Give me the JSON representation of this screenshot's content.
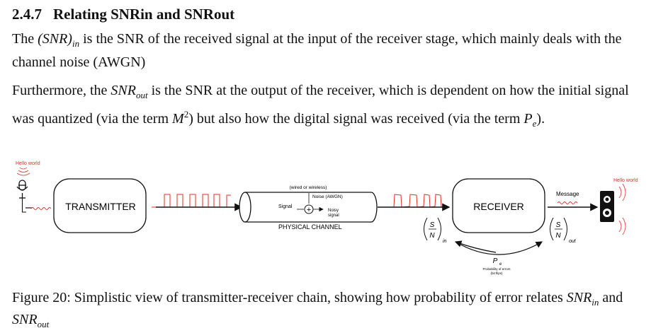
{
  "section": {
    "number": "2.4.7",
    "title": "Relating SNRin and SNRout"
  },
  "para1": {
    "t1": "The ",
    "snr_in": "(SNR)",
    "snr_in_sub": "in",
    "t2": " is the SNR of the received signal at the input of the receiver stage, which mainly deals with the channel noise (AWGN)"
  },
  "para2": {
    "t1": "Furthermore, the ",
    "snr_out": "SNR",
    "snr_out_sub": "out",
    "t2": " is the SNR at the output of the receiver, which is dependent on how the initial signal was quantized (via the term ",
    "m2": "M",
    "m2_sup": "2",
    "t3": ") but also how the digital signal was received (via the term ",
    "pe": "P",
    "pe_sub": "e",
    "t4": ")."
  },
  "diagram": {
    "hello_left": "Hello world",
    "hello_right": "Hello world",
    "transmitter": "TRANSMITTER",
    "receiver": "RECEIVER",
    "wired": "(wired or wireless)",
    "noise": "Noise (AWGN)",
    "signal": "Signal",
    "noisy1": "Noisy",
    "noisy2": "signal",
    "channel": "PHYSICAL CHANNEL",
    "message": "Message",
    "s": "S",
    "n": "N",
    "in": "in",
    "out": "out",
    "pe": "P",
    "pe_sub": "e",
    "prob1": "Probability of errors",
    "prob2": "(bit flips)",
    "accent": "#e03020"
  },
  "caption": {
    "t1": "Figure 20: Simplistic view of transmitter-receiver chain, showing how probability of error relates ",
    "snr_in": "SNR",
    "snr_in_sub": "in",
    "and": " and ",
    "snr_out": "SNR",
    "snr_out_sub": "out"
  }
}
